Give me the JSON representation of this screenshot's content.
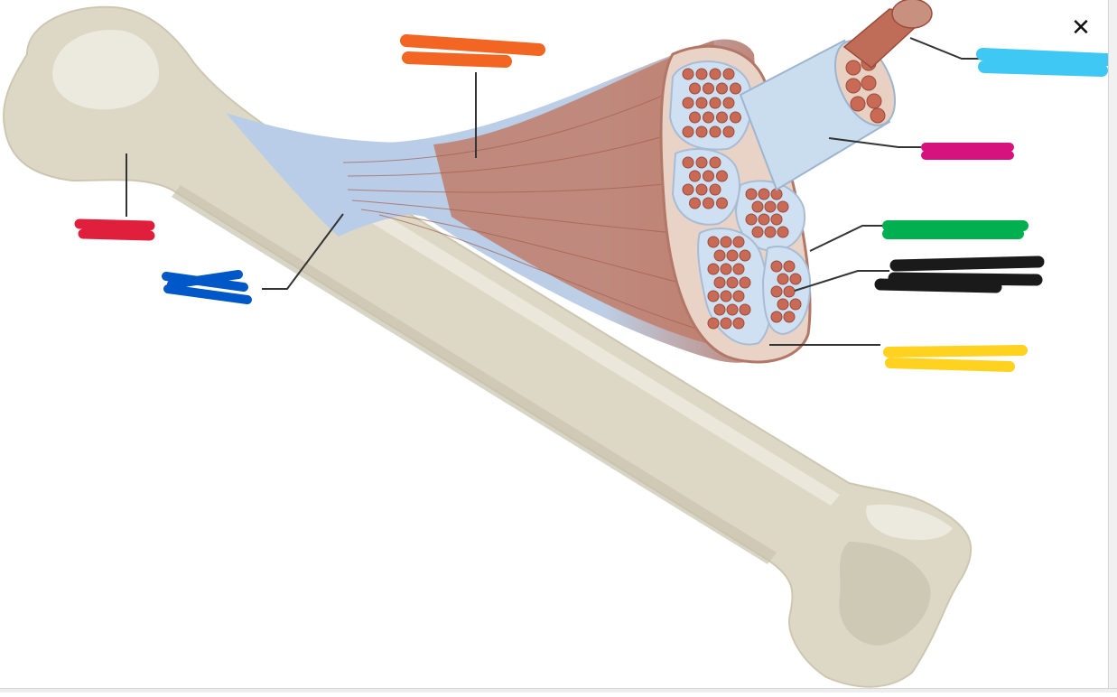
{
  "dialog": {
    "close_glyph": "✕",
    "close_icon": "close-icon"
  },
  "diagram": {
    "labels": [
      {
        "id": "bone",
        "text": "",
        "color": "#e01f3d",
        "redacted": true
      },
      {
        "id": "tendon",
        "text": "",
        "color": "#0057c8",
        "redacted": true
      },
      {
        "id": "skeletal-muscle",
        "text": "",
        "color": "#f26522",
        "redacted": true
      },
      {
        "id": "muscle-fiber",
        "text": "",
        "color": "#3fc8f4",
        "redacted": true
      },
      {
        "id": "fascicle",
        "text": "",
        "color": "#d6127e",
        "redacted": true
      },
      {
        "id": "epimysium",
        "text": "",
        "color": "#00b050",
        "redacted": true
      },
      {
        "id": "perimysium",
        "text": "",
        "color": "#1a1a1a",
        "redacted": true
      },
      {
        "id": "endomysium",
        "text": "",
        "color": "#ffd21f",
        "redacted": true
      }
    ],
    "colors": {
      "bone": "#ddd8c6",
      "bone_shadow": "#c9c3ae",
      "bone_highlight": "#ece9de",
      "tendon": "#b9cde8",
      "muscle": "#bf7d6a",
      "muscle_dark": "#a35e4c",
      "muscle_cross_section": "#e9d3c7",
      "fascicle_fill": "#cfe0f2",
      "fiber_dot": "#c86a56",
      "leader_line": "#333333"
    }
  }
}
